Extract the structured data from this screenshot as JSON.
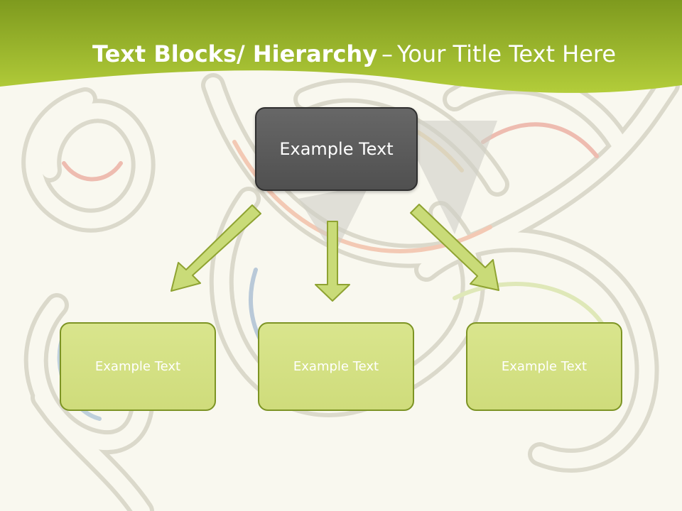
{
  "slide": {
    "title_bold": "Text Blocks/ Hierarchy",
    "title_dash": "–",
    "title_rest": "Your Title Text Here"
  },
  "diagram": {
    "root": {
      "label": "Example Text"
    },
    "children": [
      {
        "label": "Example Text"
      },
      {
        "label": "Example Text"
      },
      {
        "label": "Example Text"
      }
    ]
  },
  "colors": {
    "header_green": "#9fc02b",
    "root_fill": "#5a5a5a",
    "child_fill": "#d4e083",
    "child_border": "#7d9424",
    "arrow_fill": "#c9db78",
    "background": "#f9f8ef"
  }
}
